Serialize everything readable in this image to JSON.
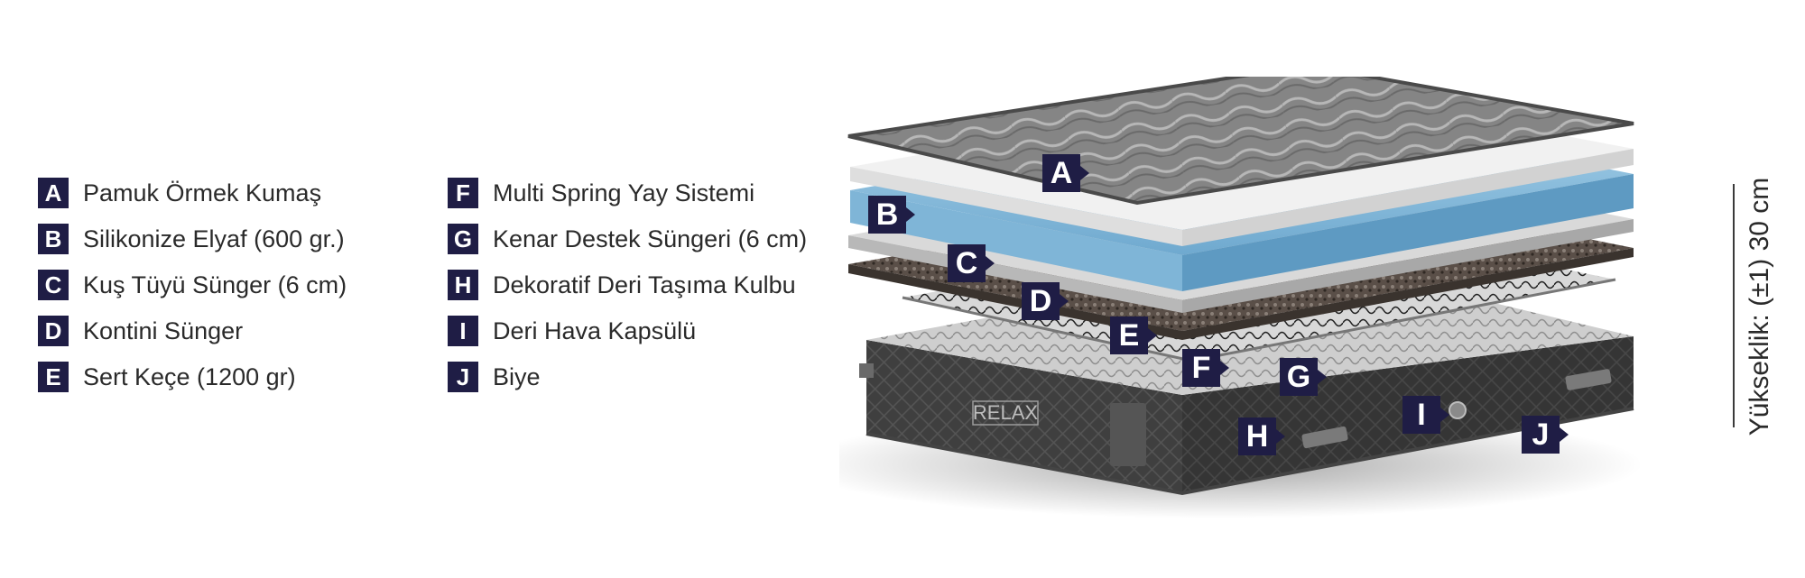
{
  "legend_left": [
    {
      "letter": "A",
      "text": "Pamuk Örmek Kumaş"
    },
    {
      "letter": "B",
      "text": "Silikonize Elyaf (600 gr.)"
    },
    {
      "letter": "C",
      "text": "Kuş Tüyü Sünger (6 cm)"
    },
    {
      "letter": "D",
      "text": "Kontini Sünger"
    },
    {
      "letter": "E",
      "text": "Sert Keçe (1200 gr)"
    }
  ],
  "legend_right": [
    {
      "letter": "F",
      "text": "Multi Spring Yay Sistemi"
    },
    {
      "letter": "G",
      "text": "Kenar Destek Süngeri (6 cm)"
    },
    {
      "letter": "H",
      "text": "Dekoratif Deri Taşıma Kulbu"
    },
    {
      "letter": "I",
      "text": "Deri Hava Kapsülü"
    },
    {
      "letter": "J",
      "text": "Biye"
    }
  ],
  "markers": {
    "a": "A",
    "b": "B",
    "c": "C",
    "d": "D",
    "e": "E",
    "f": "F",
    "g": "G",
    "h": "H",
    "i": "I",
    "j": "J"
  },
  "brand_logo": "RELAX",
  "height_label": "Yükseklik: (±1) 30 cm",
  "colors": {
    "badge": "#1f1d45",
    "fabric_top": "#8a8a8a",
    "foam_blue": "#8fc0de",
    "base_dark": "#3e3e3e"
  }
}
